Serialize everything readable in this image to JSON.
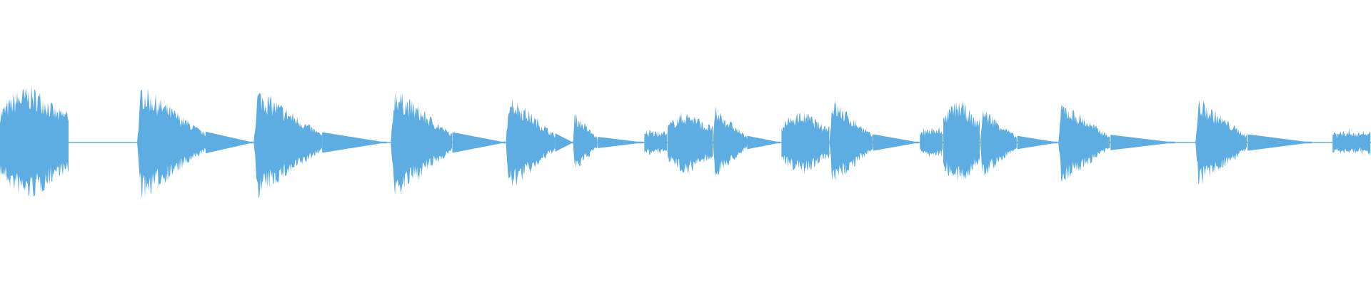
{
  "waveform": {
    "color": "#5dade2",
    "background": "#ffffff",
    "duration_label": "",
    "segments": [
      {
        "start": 0.0,
        "end": 0.05,
        "amp": 0.4,
        "shape": "burst"
      },
      {
        "start": 0.1,
        "end": 0.15,
        "amp": 0.42,
        "shape": "pluck"
      },
      {
        "start": 0.185,
        "end": 0.235,
        "amp": 0.4,
        "shape": "pluck"
      },
      {
        "start": 0.285,
        "end": 0.33,
        "amp": 0.4,
        "shape": "pluck"
      },
      {
        "start": 0.369,
        "end": 0.405,
        "amp": 0.36,
        "shape": "pluck"
      },
      {
        "start": 0.418,
        "end": 0.436,
        "amp": 0.22,
        "shape": "pluck"
      },
      {
        "start": 0.47,
        "end": 0.487,
        "amp": 0.1,
        "shape": "flat"
      },
      {
        "start": 0.487,
        "end": 0.52,
        "amp": 0.22,
        "shape": "burst"
      },
      {
        "start": 0.52,
        "end": 0.545,
        "amp": 0.26,
        "shape": "pluck"
      },
      {
        "start": 0.57,
        "end": 0.605,
        "amp": 0.22,
        "shape": "burst"
      },
      {
        "start": 0.605,
        "end": 0.637,
        "amp": 0.32,
        "shape": "pluck"
      },
      {
        "start": 0.671,
        "end": 0.688,
        "amp": 0.12,
        "shape": "flat"
      },
      {
        "start": 0.688,
        "end": 0.715,
        "amp": 0.3,
        "shape": "burst"
      },
      {
        "start": 0.715,
        "end": 0.742,
        "amp": 0.26,
        "shape": "pluck"
      },
      {
        "start": 0.772,
        "end": 0.81,
        "amp": 0.3,
        "shape": "pluck"
      },
      {
        "start": 0.872,
        "end": 0.91,
        "amp": 0.32,
        "shape": "pluck"
      },
      {
        "start": 0.972,
        "end": 1.0,
        "amp": 0.1,
        "shape": "flat"
      }
    ]
  }
}
